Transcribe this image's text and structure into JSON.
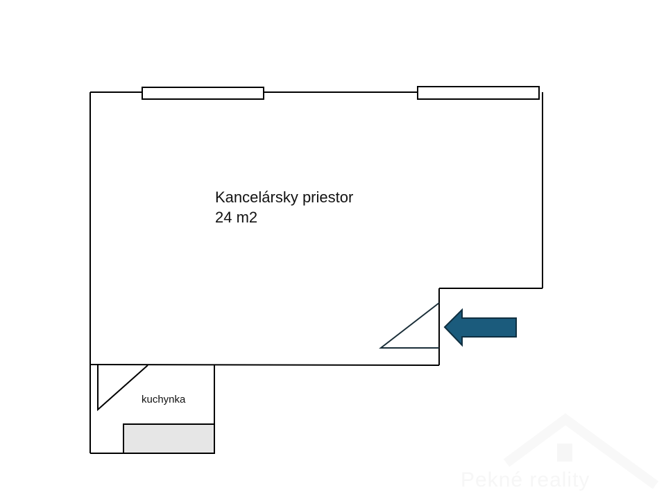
{
  "plan": {
    "main_room": {
      "name": "Kancelársky priestor",
      "area": "24 m2"
    },
    "kitchen": {
      "name": "kuchynka"
    },
    "entrance_arrow": {
      "icon": "arrow-left-icon",
      "color": "#1b5b7c"
    },
    "colors": {
      "wall": "#000000",
      "counter_fill": "#e6e6e6"
    }
  },
  "watermark": {
    "text": "Pekné reality"
  }
}
